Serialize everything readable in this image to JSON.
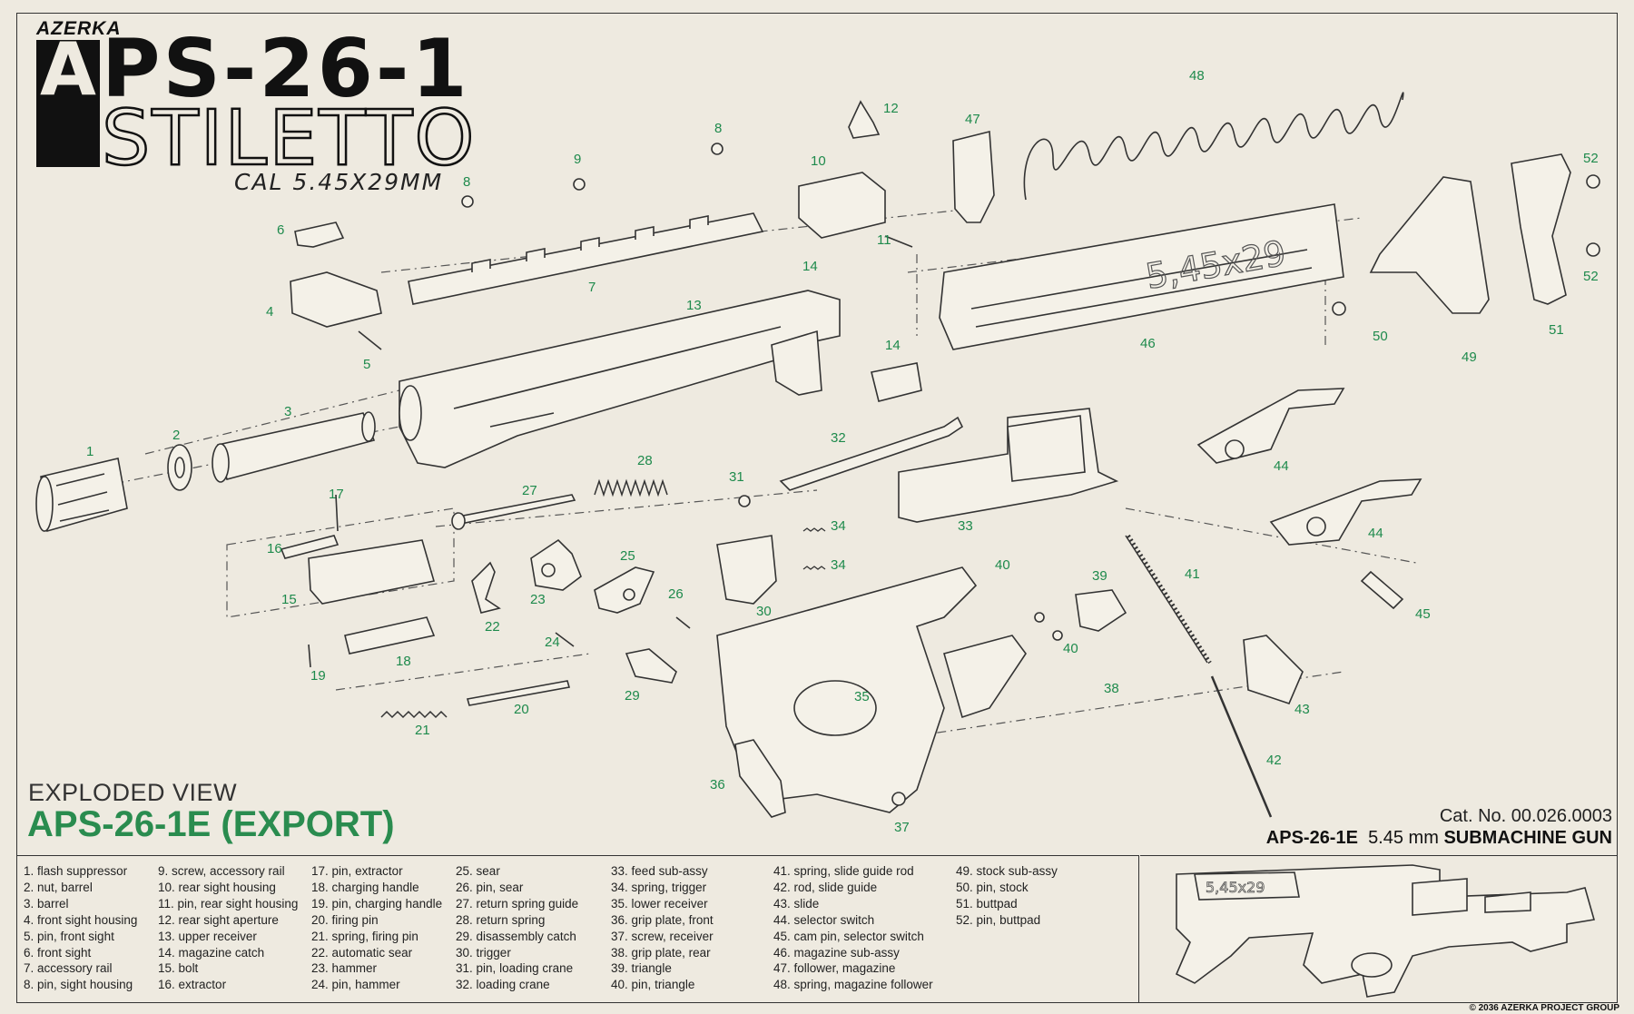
{
  "header": {
    "brand": "AZERKA",
    "logo_letter": "A",
    "model": "PS-26-1",
    "name": "STILETTO",
    "caliber": "CAL 5.45X29MM"
  },
  "view": {
    "subtitle": "EXPLODED VIEW",
    "title": "APS-26-1E (EXPORT)"
  },
  "meta": {
    "catalog": "Cat. No. 00.026.0003",
    "model_code": "APS-26-1E",
    "caliber_text": "5.45 mm",
    "gun_type": "SUBMACHINE GUN",
    "copyright": "© 2036 AZERKA PROJECT GROUP"
  },
  "magazine_marking": "5,45x29",
  "colors": {
    "accent": "#2a8c4f",
    "ink": "#222222",
    "paper": "#eeeae0"
  },
  "callouts": [
    "1",
    "2",
    "3",
    "4",
    "5",
    "6",
    "7",
    "8",
    "8",
    "9",
    "10",
    "11",
    "12",
    "13",
    "14",
    "14",
    "15",
    "16",
    "17",
    "18",
    "19",
    "20",
    "21",
    "22",
    "23",
    "24",
    "25",
    "26",
    "27",
    "28",
    "29",
    "30",
    "31",
    "32",
    "33",
    "34",
    "34",
    "35",
    "36",
    "37",
    "38",
    "39",
    "40",
    "40",
    "41",
    "42",
    "43",
    "44",
    "44",
    "45",
    "46",
    "47",
    "48",
    "49",
    "50",
    "51",
    "52",
    "52"
  ],
  "parts": [
    [
      "1.",
      "flash suppressor"
    ],
    [
      "2.",
      "nut, barrel"
    ],
    [
      "3.",
      "barrel"
    ],
    [
      "4.",
      "front sight housing"
    ],
    [
      "5.",
      "pin, front sight"
    ],
    [
      "6.",
      "front sight"
    ],
    [
      "7.",
      "accessory rail"
    ],
    [
      "8.",
      "pin, sight housing"
    ],
    [
      "9.",
      "screw, accessory rail"
    ],
    [
      "10.",
      "rear sight housing"
    ],
    [
      "11.",
      "pin, rear sight housing"
    ],
    [
      "12.",
      "rear sight aperture"
    ],
    [
      "13.",
      "upper receiver"
    ],
    [
      "14.",
      "magazine catch"
    ],
    [
      "15.",
      "bolt"
    ],
    [
      "16.",
      "extractor"
    ],
    [
      "17.",
      "pin, extractor"
    ],
    [
      "18.",
      "charging handle"
    ],
    [
      "19.",
      "pin, charging handle"
    ],
    [
      "20.",
      "firing pin"
    ],
    [
      "21.",
      "spring, firing pin"
    ],
    [
      "22.",
      "automatic sear"
    ],
    [
      "23.",
      "hammer"
    ],
    [
      "24.",
      "pin, hammer"
    ],
    [
      "25.",
      "sear"
    ],
    [
      "26.",
      "pin, sear"
    ],
    [
      "27.",
      "return spring guide"
    ],
    [
      "28.",
      "return spring"
    ],
    [
      "29.",
      "disassembly catch"
    ],
    [
      "30.",
      "trigger"
    ],
    [
      "31.",
      "pin, loading crane"
    ],
    [
      "32.",
      "loading crane"
    ],
    [
      "33.",
      "feed sub-assy"
    ],
    [
      "34.",
      "spring, trigger"
    ],
    [
      "35.",
      "lower receiver"
    ],
    [
      "36.",
      "grip plate, front"
    ],
    [
      "37.",
      "screw, receiver"
    ],
    [
      "38.",
      "grip plate, rear"
    ],
    [
      "39.",
      "triangle"
    ],
    [
      "40.",
      "pin, triangle"
    ],
    [
      "41.",
      "spring, slide guide rod"
    ],
    [
      "42.",
      "rod, slide guide"
    ],
    [
      "43.",
      "slide"
    ],
    [
      "44.",
      "selector switch"
    ],
    [
      "45.",
      "cam pin, selector switch"
    ],
    [
      "46.",
      "magazine sub-assy"
    ],
    [
      "47.",
      "follower, magazine"
    ],
    [
      "48.",
      "spring, magazine follower"
    ],
    [
      "49.",
      "stock sub-assy"
    ],
    [
      "50.",
      "pin, stock"
    ],
    [
      "51.",
      "buttpad"
    ],
    [
      "52.",
      "pin, buttpad"
    ]
  ]
}
